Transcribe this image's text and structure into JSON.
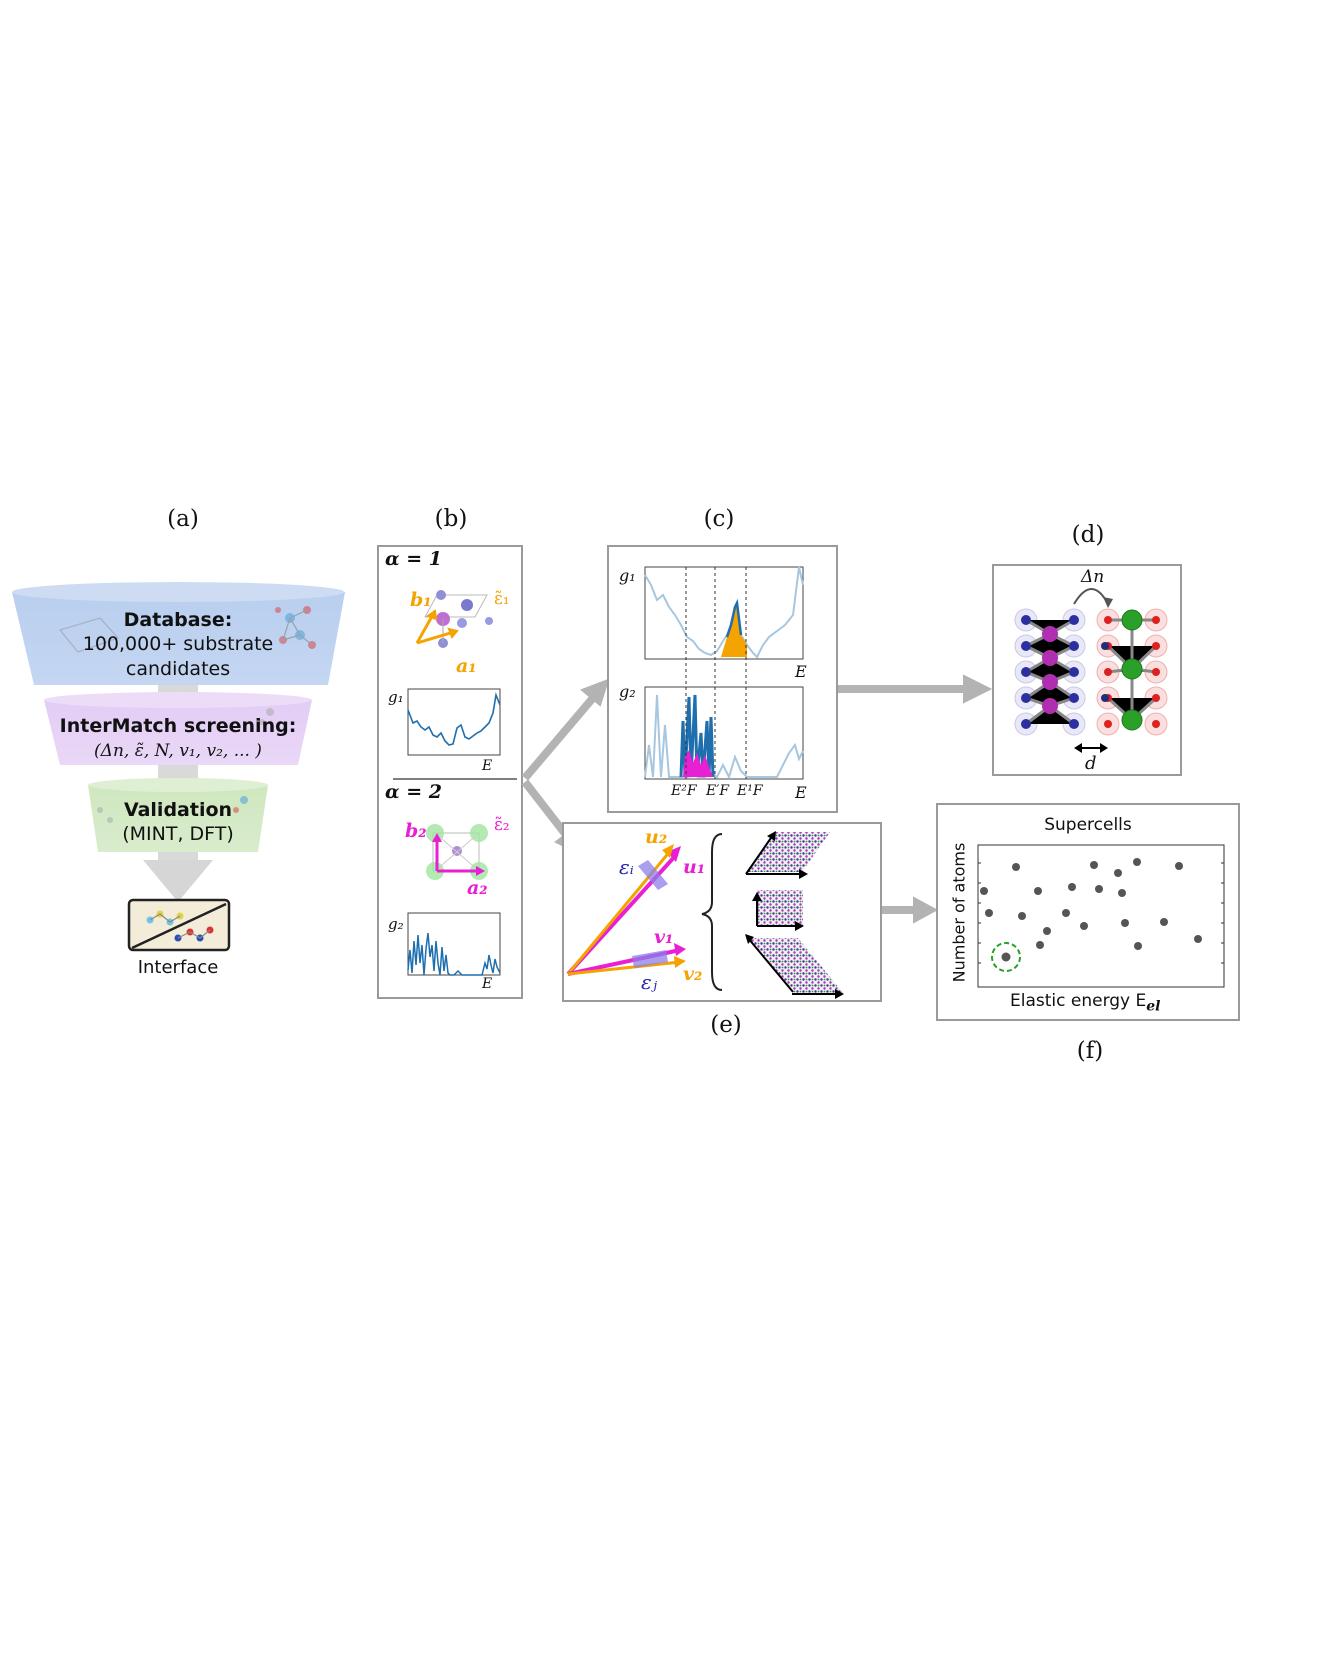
{
  "labels": {
    "a": "(a)",
    "b": "(b)",
    "c": "(c)",
    "d": "(d)",
    "e": "(e)",
    "f": "(f)"
  },
  "colors": {
    "orange": "#f5a300",
    "magenta": "#e81fd2",
    "blue_line": "#1f6fae",
    "light_blue": "#a7c7e0",
    "gray_arrow": "#b3b3b3",
    "panel_border": "#9a9a9a"
  },
  "funnel": {
    "database": {
      "title": "Database:",
      "line1": "100,000+ substrate",
      "line2": "candidates"
    },
    "screening": {
      "title": "InterMatch screening:",
      "params": "(Δn, ε̃, N, v₁, v₂, ... )"
    },
    "validation": {
      "title": "Validation",
      "sub": "(MINT, DFT)"
    },
    "interface_label": "Interface"
  },
  "panel_b": {
    "alpha1": "α = 1",
    "alpha2": "α = 2",
    "b1": "b₁",
    "a1": "a₁",
    "eps1": "ε̃₁",
    "b2": "b₂",
    "a2": "a₂",
    "eps2": "ε̃₂",
    "g1": "g₁",
    "g2": "g₂",
    "E": "E"
  },
  "panel_c": {
    "g1": "g₁",
    "g2": "g₂",
    "E": "E",
    "EF2": "E²F",
    "EFp": "E′F",
    "EF1": "E¹F"
  },
  "panel_d": {
    "dn": "Δn",
    "d": "d"
  },
  "panel_e": {
    "u2": "u₂",
    "u1": "u₁",
    "eps_i": "εᵢ",
    "v1": "v₁",
    "v2": "v₂",
    "eps_j": "εⱼ"
  },
  "panel_f": {
    "title": "Supercells",
    "ylabel": "Number of atoms",
    "xlabel": "Elastic energy E",
    "xlabel_sub": "el"
  }
}
